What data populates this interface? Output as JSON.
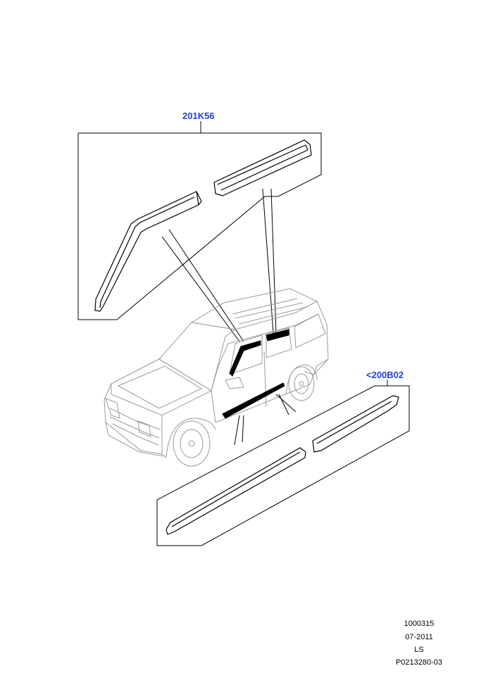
{
  "callouts": {
    "top": "201K56",
    "bottom": "<200B02"
  },
  "reference": {
    "code": "1000315",
    "date": "07-2011",
    "initials": "LS",
    "part_number": "P0213280-03"
  },
  "colors": {
    "callout": "#1f3fd8",
    "line": "#000000",
    "vehicle_outline": "#9a9a9a"
  }
}
